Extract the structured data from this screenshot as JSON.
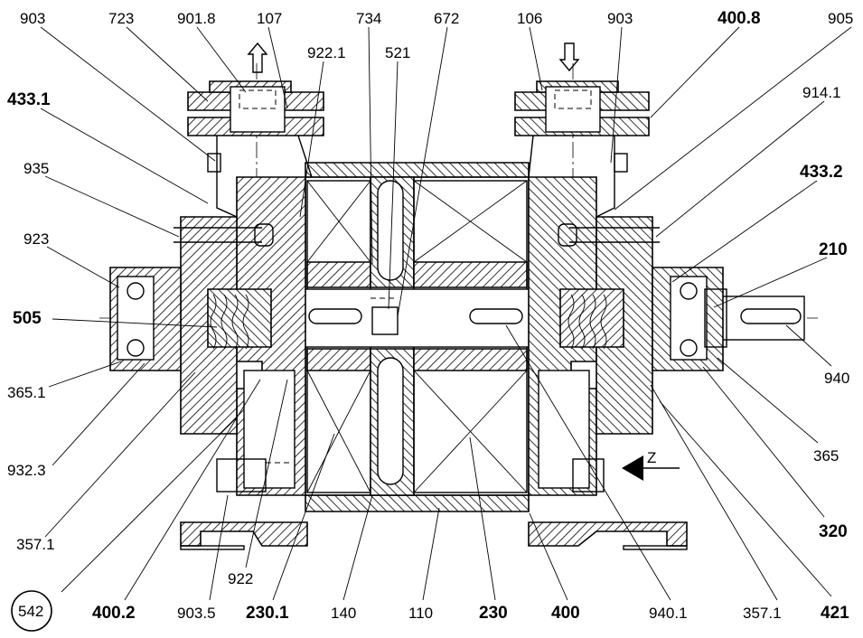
{
  "callouts": {
    "t903a": "903",
    "t723": "723",
    "t901_8": "901.8",
    "t107": "107",
    "t922_1": "922.1",
    "t734": "734",
    "t521": "521",
    "t672": "672",
    "t106": "106",
    "t903b": "903",
    "t400_8": "400.8",
    "t905": "905",
    "t433_1": "433.1",
    "t914_1": "914.1",
    "t935": "935",
    "t433_2": "433.2",
    "t923": "923",
    "t210": "210",
    "t505": "505",
    "t940a": "940",
    "t365_1": "365.1",
    "t365": "365",
    "t932_3": "932.3",
    "t320": "320",
    "t357_1a": "357.1",
    "t542": "542",
    "t400_2": "400.2",
    "t903_5": "903.5",
    "t922": "922",
    "t230_1": "230.1",
    "t140": "140",
    "t110": "110",
    "t230": "230",
    "t400": "400",
    "t940_1": "940.1",
    "t357_1b": "357.1",
    "t421": "421",
    "tZ": "Z"
  }
}
